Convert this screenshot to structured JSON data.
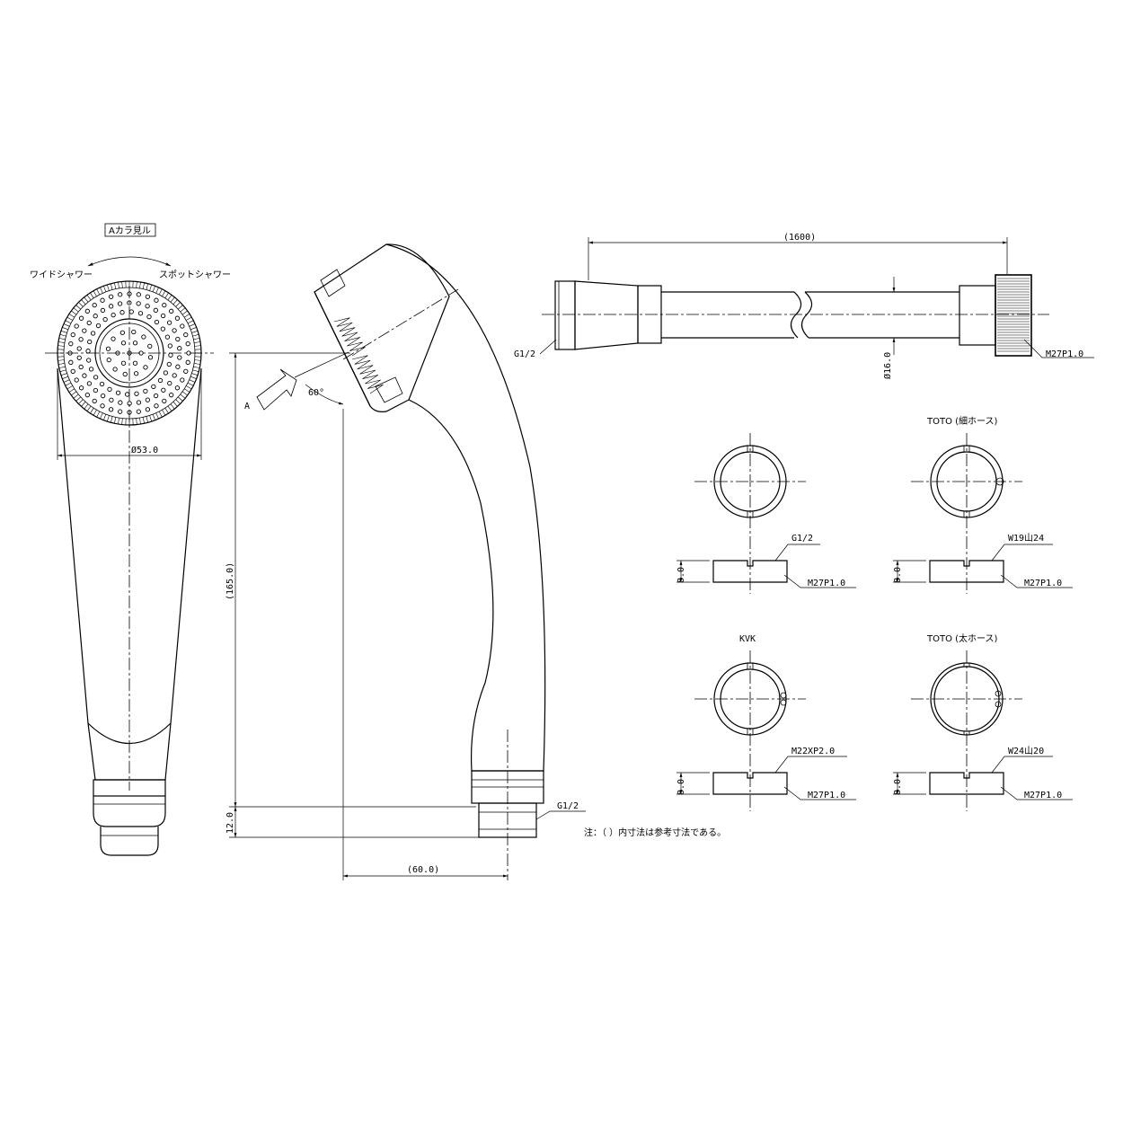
{
  "front_view": {
    "view_label": "Aカラ見ル",
    "mode_left": "ワイドシャワー",
    "mode_right": "スポットシャワー",
    "dim_diameter": "Ø53.0"
  },
  "side_view": {
    "arrow_label": "A",
    "dim_angle": "60°",
    "dim_height": "(165.0)",
    "dim_thread_len": "12.0",
    "dim_width": "(60.0)",
    "thread_spec": "G1/2"
  },
  "hose": {
    "dim_length": "(1600)",
    "dim_diameter": "Ø16.0",
    "end_left_thread": "G1/2",
    "end_right_thread": "M27P1.0"
  },
  "adapters": [
    {
      "title": "",
      "thread_top": "G1/2",
      "thread_bottom": "M27P1.0",
      "height": "8.0"
    },
    {
      "title": "TOTO (細ホース)",
      "thread_top": "W19山24",
      "thread_bottom": "M27P1.0",
      "height": "8.0"
    },
    {
      "title": "KVK",
      "thread_top": "M22XP2.0",
      "thread_bottom": "M27P1.0",
      "height": "8.0"
    },
    {
      "title": "TOTO (太ホース)",
      "thread_top": "W24山20",
      "thread_bottom": "M27P1.0",
      "height": "8.0"
    }
  ],
  "note": "注：（ ）内寸法は参考寸法である。"
}
